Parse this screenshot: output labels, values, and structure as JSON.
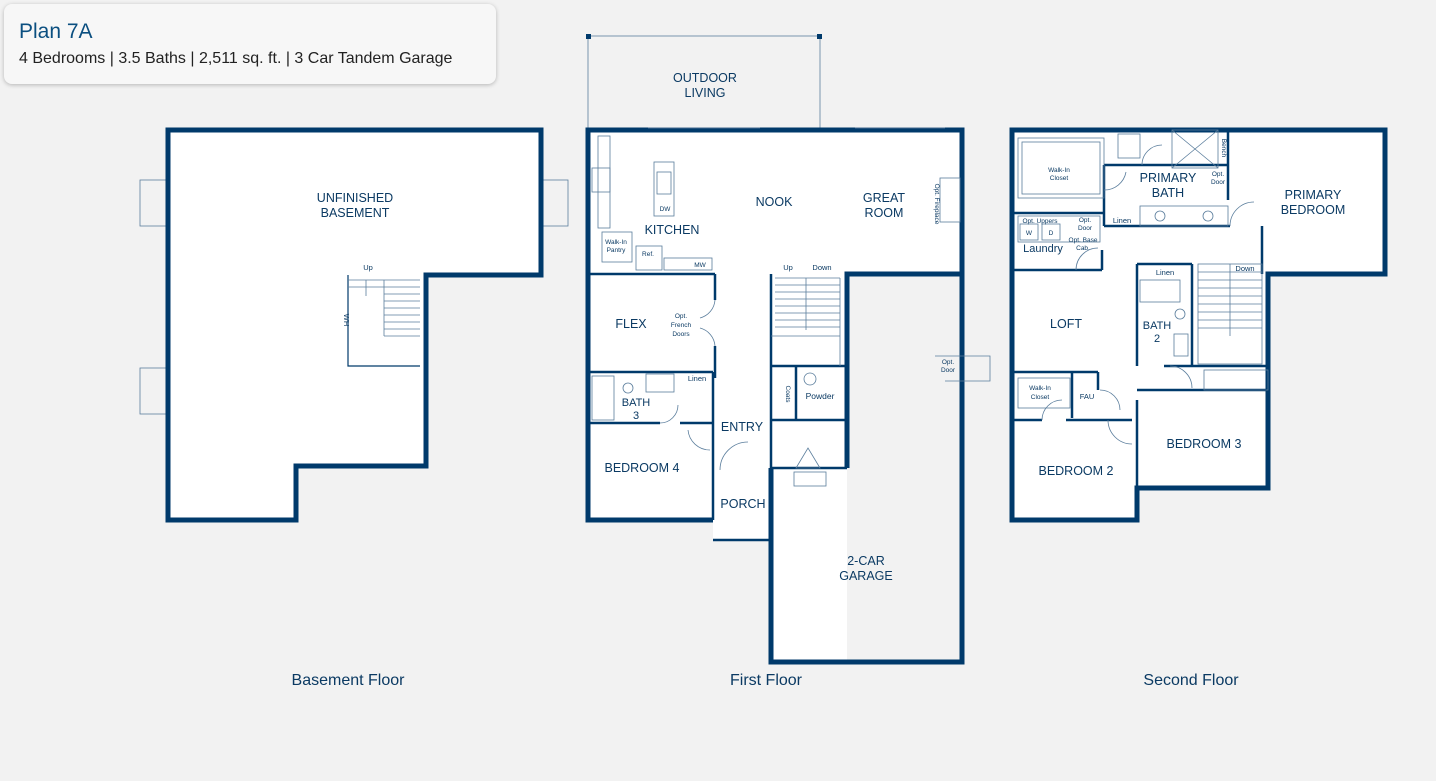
{
  "header": {
    "title": "Plan 7A",
    "specs": "4 Bedrooms | 3.5 Baths | 2,511 sq. ft. | 3 Car Tandem Garage"
  },
  "floors": {
    "basement": {
      "label": "Basement Floor"
    },
    "first": {
      "label": "First Floor"
    },
    "second": {
      "label": "Second Floor"
    }
  },
  "rooms": {
    "basement": {
      "unfinished_1": "UNFINISHED",
      "unfinished_2": "BASEMENT",
      "up": "Up",
      "wh": "WH"
    },
    "first": {
      "outdoor_1": "OUTDOOR",
      "outdoor_2": "LIVING",
      "kitchen": "KITCHEN",
      "nook": "NOOK",
      "great_1": "GREAT",
      "great_2": "ROOM",
      "fireplace": "Opt. Fireplace",
      "dw": "DW",
      "pantry_1": "Walk-In",
      "pantry_2": "Pantry",
      "ref": "Ref.",
      "mw": "MW",
      "flex": "FLEX",
      "french_1": "Opt.",
      "french_2": "French",
      "french_3": "Doors",
      "up": "Up",
      "down": "Down",
      "bath3_1": "BATH",
      "bath3_2": "3",
      "linen": "Linen",
      "coats": "Coats",
      "powder": "Powder",
      "entry": "ENTRY",
      "bedroom4": "BEDROOM 4",
      "porch": "PORCH",
      "opt_door_1": "Opt.",
      "opt_door_2": "Door",
      "garage_1": "2-CAR",
      "garage_2": "GARAGE"
    },
    "second": {
      "walkin_1": "Walk-In",
      "walkin_2": "Closet",
      "primary_bath_1": "PRIMARY",
      "primary_bath_2": "BATH",
      "bench": "Bench",
      "opt_door_1": "Opt.",
      "opt_door_2": "Door",
      "primary_bed_1": "PRIMARY",
      "primary_bed_2": "BEDROOM",
      "opt_uppers": "Opt. Uppers",
      "w": "W",
      "d": "D",
      "opt_door_b1": "Opt.",
      "opt_door_b2": "Door",
      "opt_base_1": "Opt. Base",
      "opt_base_2": "Cab.",
      "laundry": "Laundry",
      "linen_1": "Linen",
      "linen_2": "Linen",
      "down": "Down",
      "loft": "LOFT",
      "bath2_1": "BATH",
      "bath2_2": "2",
      "walkin2_1": "Walk-In",
      "walkin2_2": "Closet",
      "fau": "FAU",
      "bedroom2": "BEDROOM 2",
      "bedroom3": "BEDROOM 3"
    }
  },
  "colors": {
    "wall": "#003a6b",
    "text": "#0b3a63",
    "title": "#0b4f80",
    "background": "#f2f2f2"
  }
}
